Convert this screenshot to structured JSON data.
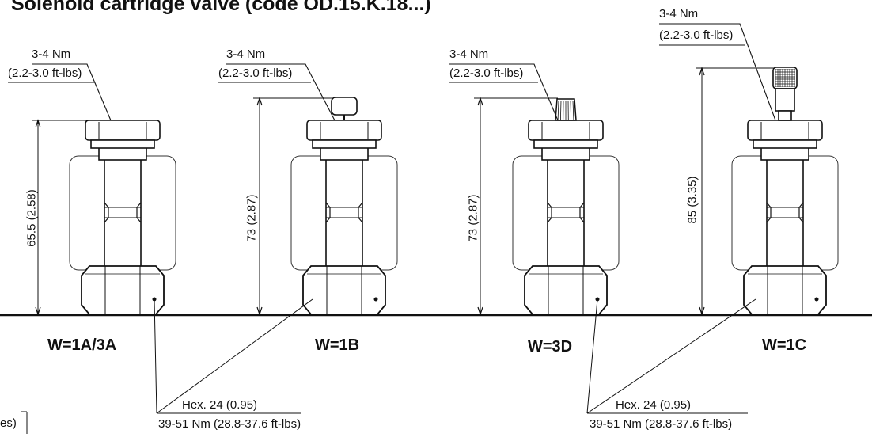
{
  "title": "Solenoid cartridge valve (code OD.15.K.18...)",
  "torque_top": {
    "nm": "3-4 Nm",
    "ftlbs": "(2.2-3.0 ft-lbs)"
  },
  "hex_note": {
    "size": "Hex. 24 (0.95)",
    "torque": "39-51 Nm (28.8-37.6 ft-lbs)"
  },
  "cut_label": "es)",
  "valves": [
    {
      "code": "W=1A/3A",
      "height": "65.5 (2.58)"
    },
    {
      "code": "W=1B",
      "height": "73 (2.87)"
    },
    {
      "code": "W=3D",
      "height": "73 (2.87)"
    },
    {
      "code": "W=1C",
      "height": "85 (3.35)"
    }
  ],
  "colors": {
    "ink": "#111111",
    "outline": "#333333",
    "mesh": "#555555"
  }
}
